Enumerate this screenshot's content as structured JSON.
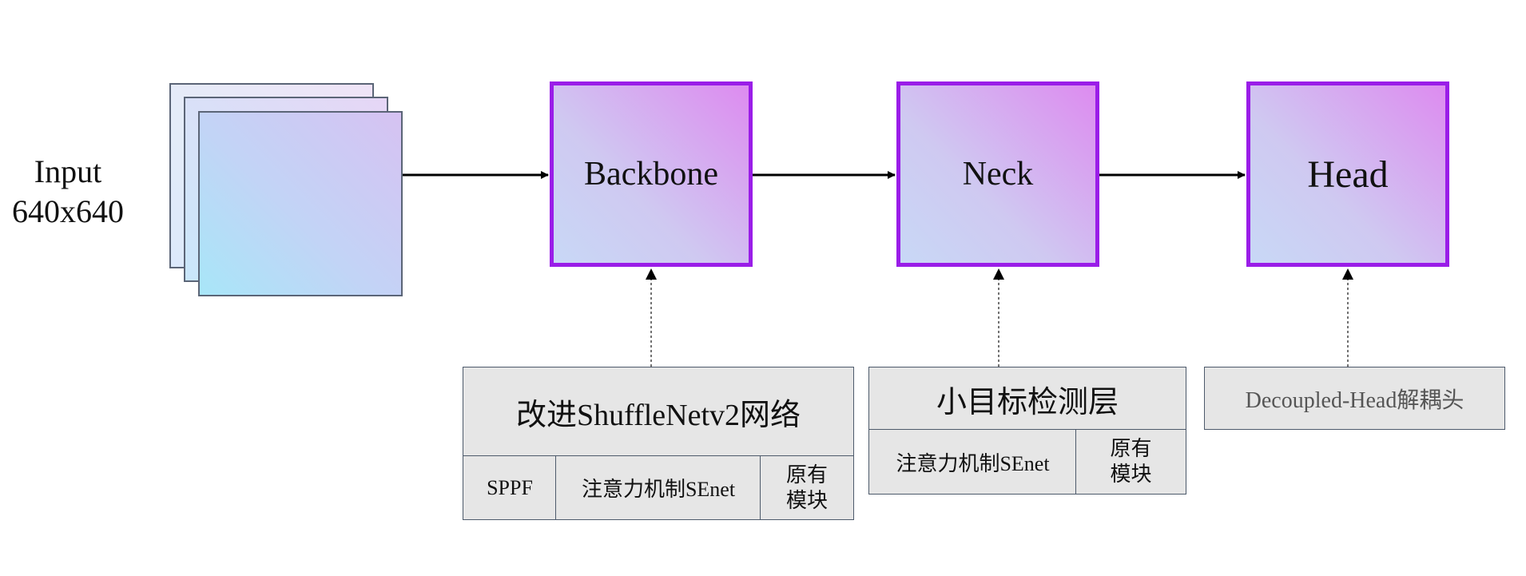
{
  "input": {
    "label_line1": "Input",
    "label_line2": "640x640"
  },
  "stages": {
    "backbone": "Backbone",
    "neck": "Neck",
    "head": "Head"
  },
  "backbone_module": {
    "title": "改进ShuffleNetv2网络",
    "cells": {
      "sppf": "SPPF",
      "senet": "注意力机制SEnet",
      "original_line1": "原有",
      "original_line2": "模块"
    }
  },
  "neck_module": {
    "title": "小目标检测层",
    "cells": {
      "senet": "注意力机制SEnet",
      "original_line1": "原有",
      "original_line2": "模块"
    }
  },
  "head_module": {
    "title": "Decoupled-Head解耦头"
  },
  "colors": {
    "stage_border": "#9a1de8",
    "stage_fill_start": "#dd8bf0",
    "stage_fill_end": "#c8d8f6",
    "module_fill": "#e6e6e6",
    "module_border": "#4d5a6b"
  }
}
